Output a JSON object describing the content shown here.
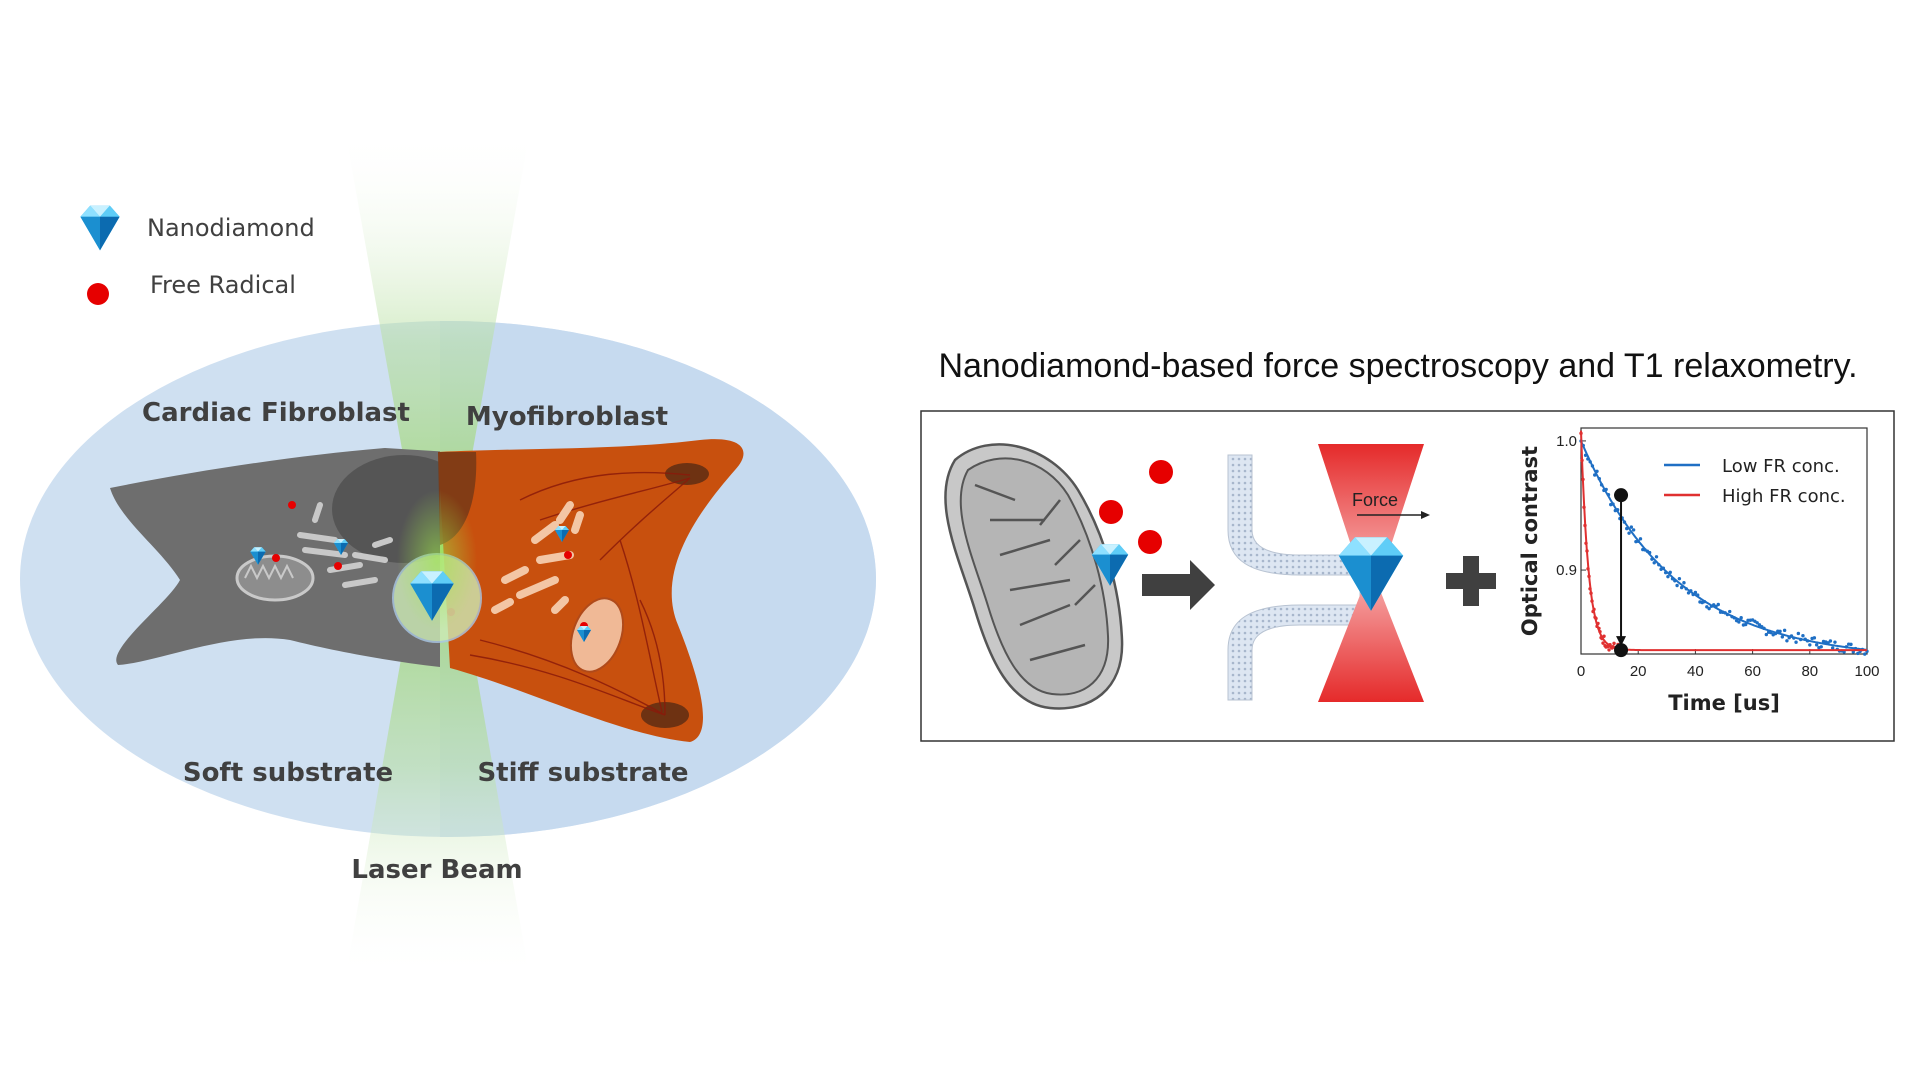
{
  "legend": {
    "nanodiamond_label": "Nanodiamond",
    "free_radical_label": "Free Radical"
  },
  "cell_labels": {
    "left_cell": "Cardiac Fibroblast",
    "right_cell": "Myofibroblast",
    "left_substrate": "Soft substrate",
    "right_substrate": "Stiff substrate",
    "beam": "Laser Beam"
  },
  "panel": {
    "title": "Nanodiamond-based force spectroscopy and T1 relaxometry.",
    "force_label": "Force"
  },
  "colors": {
    "substrate": "#cfe0f1",
    "fibroblast": "#6e6e6e",
    "myofibroblast": "#c8500e",
    "laser": "#8fd14f",
    "diamond": "#2bb5ee",
    "radical": "#e60000",
    "low_series": "#1f6fc4",
    "high_series": "#e03030"
  },
  "chart_data": {
    "type": "line",
    "xlabel": "Time [us]",
    "ylabel": "Optical contrast",
    "xlim": [
      0,
      100
    ],
    "ylim": [
      0.835,
      1.01
    ],
    "xticks": [
      "0",
      "20",
      "40",
      "60",
      "80",
      "100"
    ],
    "yticks": [
      "1.0",
      "0.9"
    ],
    "legend_position": "top-right",
    "series": [
      {
        "name": "Low FR conc.",
        "color": "#1f6fc4",
        "T1_us": 33,
        "amplitude": 0.17,
        "offset": 0.83
      },
      {
        "name": "High FR conc.",
        "color": "#e03030",
        "T1_us": 2.6,
        "amplitude": 0.17,
        "offset": 0.838
      }
    ],
    "annotation": {
      "x": 14,
      "from_y": 0.958,
      "to_y": 0.838
    }
  }
}
